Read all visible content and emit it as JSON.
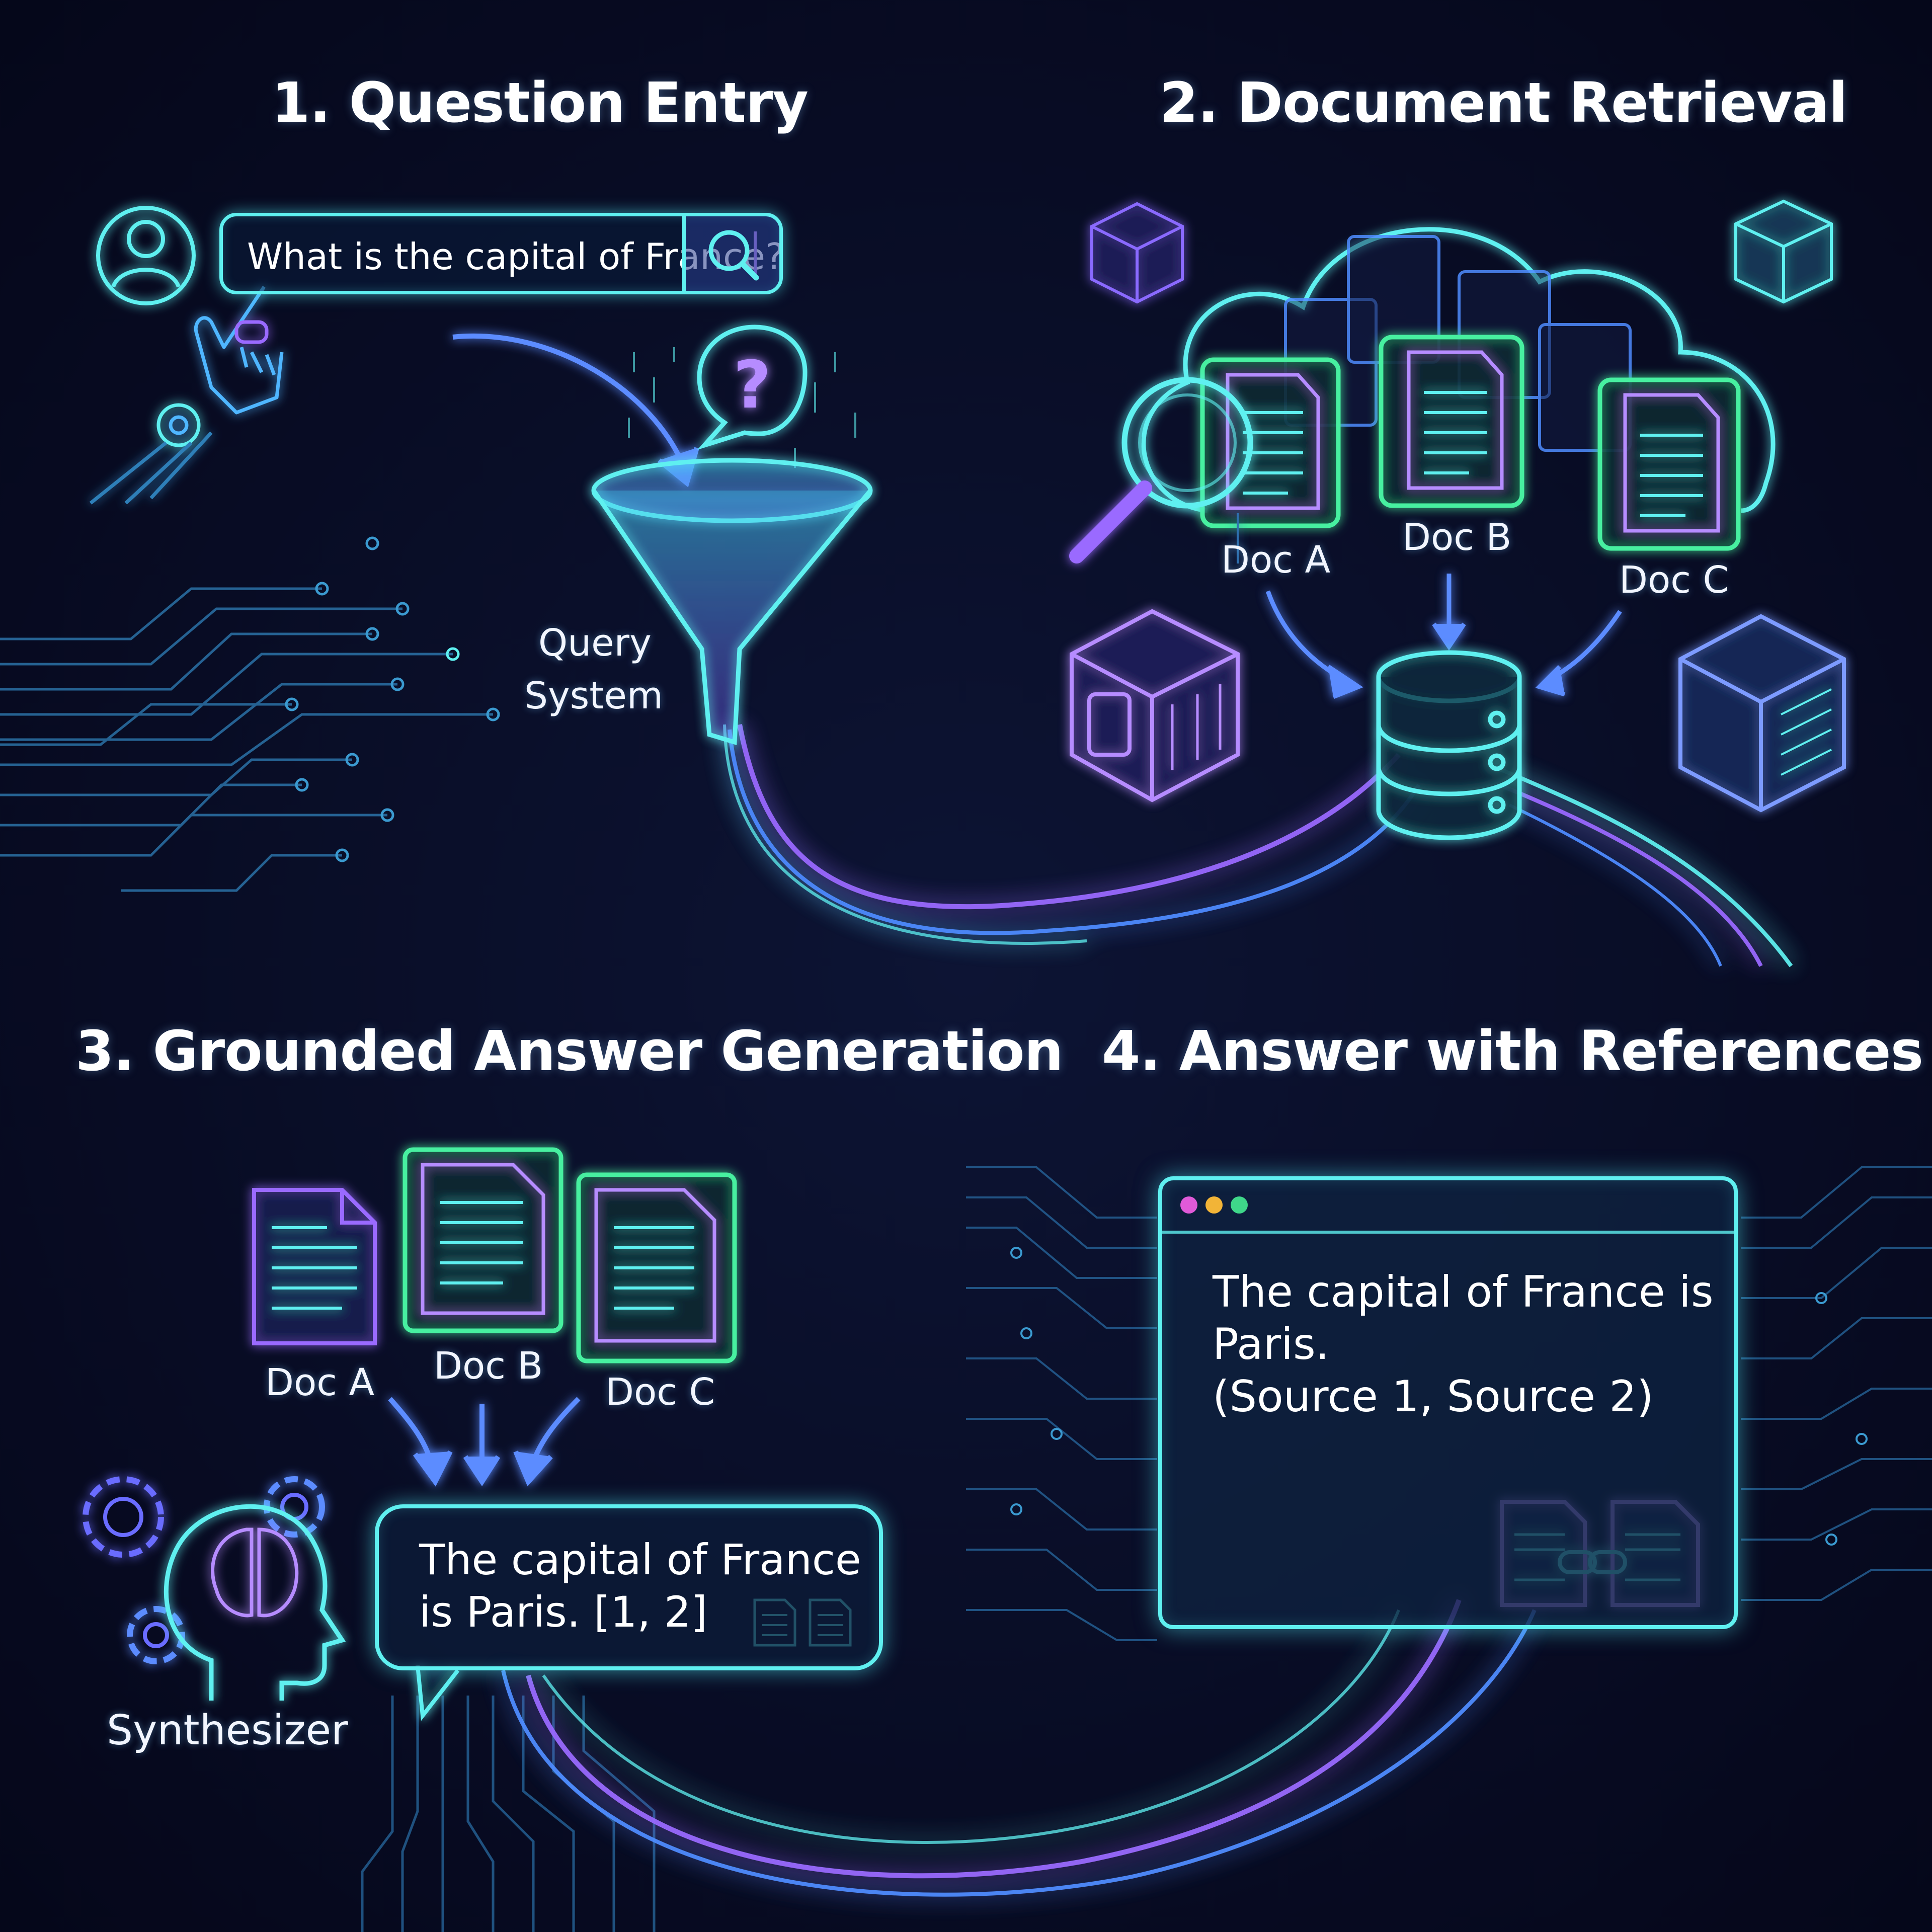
{
  "panels": [
    {
      "title": "1. Question Entry"
    },
    {
      "title": "2. Document Retrieval"
    },
    {
      "title": "3. Grounded Answer Generation"
    },
    {
      "title": "4. Answer with References"
    }
  ],
  "question_entry": {
    "search_value": "What is the capital of France?",
    "funnel_label_line1": "Query",
    "funnel_label_line2": "System"
  },
  "retrieval": {
    "docs": [
      "Doc A",
      "Doc B",
      "Doc C"
    ]
  },
  "generation": {
    "docs": [
      "Doc A",
      "Doc B",
      "Doc C"
    ],
    "answer_line1": "The capital of France",
    "answer_line2": "is Paris. [1, 2]",
    "synthesizer_label": "Synthesizer"
  },
  "references": {
    "answer_line1": "The capital of France is",
    "answer_line2": "Paris.",
    "answer_line3": "(Source 1, Source 2)",
    "window_dots": [
      "#e05ad8",
      "#f2b437",
      "#3fd78a"
    ]
  },
  "colors": {
    "background": "#070a1c",
    "cyan": "#5ff0f0",
    "green": "#46f0a0",
    "violet": "#9a6bff",
    "blue": "#4f8cff"
  }
}
